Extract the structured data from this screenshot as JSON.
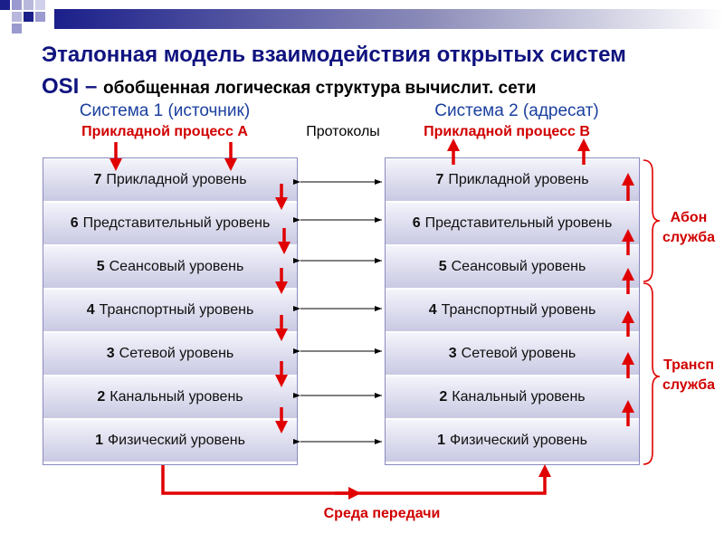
{
  "colors": {
    "title": "#10137f",
    "system_header": "#1a3f9e",
    "accent_red": "#d10000",
    "layer_fill": "#d8d8ec",
    "layer_border": "#8a8ac0"
  },
  "slide": {
    "title_line1": "Эталонная модель взаимодействия открытых систем",
    "title_line2_lead": "OSI – ",
    "title_line2_sub": "обобщенная логическая структура вычислит. сети"
  },
  "system1": {
    "header": "Система 1 (источник)",
    "process": "Прикладной процесс А"
  },
  "system2": {
    "header": "Система 2 (адресат)",
    "process": "Прикладной процесс В"
  },
  "protocols_label": "Протоколы",
  "layers": [
    {
      "num": "7",
      "name": "Прикладной уровень"
    },
    {
      "num": "6",
      "name": "Представительный уровень"
    },
    {
      "num": "5",
      "name": "Сеансовый уровень"
    },
    {
      "num": "4",
      "name": "Транспортный уровень"
    },
    {
      "num": "3",
      "name": "Сетевой уровень"
    },
    {
      "num": "2",
      "name": "Канальный уровень"
    },
    {
      "num": "1",
      "name": "Физический уровень"
    }
  ],
  "services": {
    "application": "Абон служба",
    "transport": "Трансп служба"
  },
  "medium_label": "Среда передачи"
}
